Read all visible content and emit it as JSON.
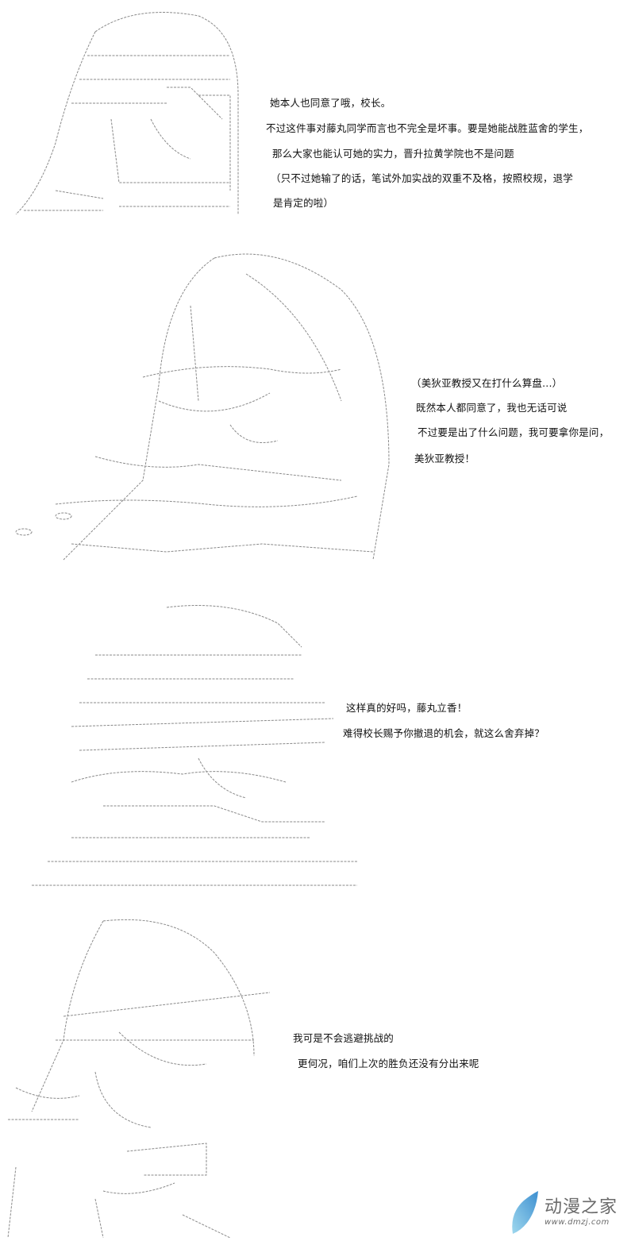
{
  "panels": [
    {
      "lines": [
        "她本人也同意了哦，校长。",
        "不过这件事对藤丸同学而言也不完全是坏事。要是她能战胜蓝舍的学生，",
        "那么大家也能认可她的实力，晋升拉黄学院也不是问题",
        "（只不过她输了的话，笔试外加实战的双重不及格，按照校规，退学",
        "是肯定的啦）"
      ]
    },
    {
      "lines": [
        "（美狄亚教授又在打什么算盘...）",
        "既然本人都同意了，我也无话可说",
        "不过要是出了什么问题，我可要拿你是问，",
        "美狄亚教授！"
      ]
    },
    {
      "lines": [
        "这样真的好吗，藤丸立香！",
        "难得校长赐予你撤退的机会，就这么舍弃掉？"
      ]
    },
    {
      "lines": [
        "我可是不会逃避挑战的",
        "更何况，咱们上次的胜负还没有分出来呢"
      ]
    }
  ],
  "watermark": {
    "title": "动漫之家",
    "url": "www.dmzj.com",
    "color": "#4aa3d8"
  }
}
